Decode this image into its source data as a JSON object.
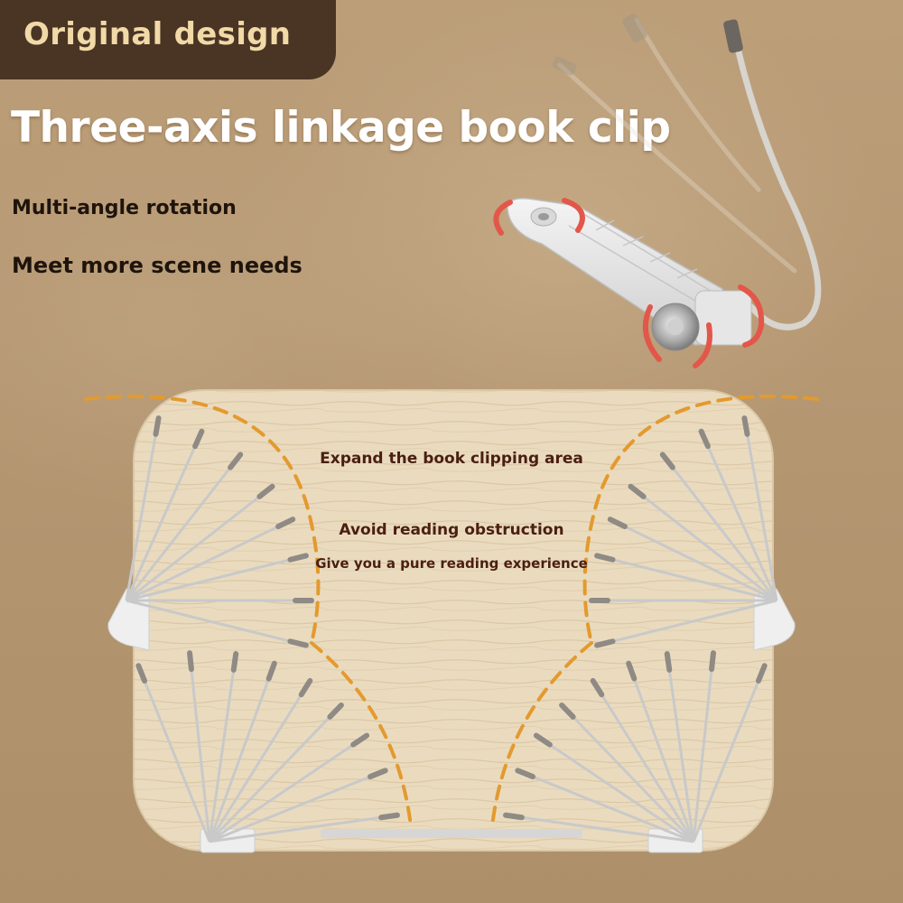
{
  "badge": {
    "label": "Original design"
  },
  "headline": {
    "title": "Three-axis linkage book clip"
  },
  "subtitles": {
    "line1": "Multi-angle rotation",
    "line2": "Meet more scene needs"
  },
  "board_callouts": {
    "line1": "Expand the book clipping area",
    "line2": "Avoid reading obstruction",
    "line3": "Give you a pure reading experience"
  },
  "colors": {
    "badge_bg": "#4a3524",
    "badge_text": "#f1d9a8",
    "headline": "#ffffff",
    "callout_text": "#4a1f12",
    "dashed_arc": "#e39a2e",
    "rotation_arrows": "#e2574a"
  }
}
